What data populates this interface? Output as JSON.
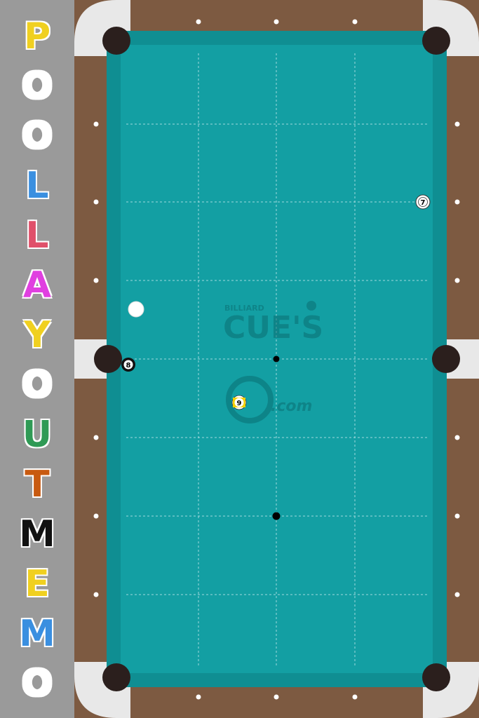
{
  "app": {
    "title_letters": [
      {
        "char": "P",
        "color": "#f0d020"
      },
      {
        "char": "O",
        "color": "#ffffff"
      },
      {
        "char": "O",
        "color": "#ffffff"
      },
      {
        "char": "L",
        "color": "#3a8fe0"
      },
      {
        "char": "L",
        "color": "#e0506a"
      },
      {
        "char": "A",
        "color": "#e040e0"
      },
      {
        "char": "Y",
        "color": "#f0d020"
      },
      {
        "char": "O",
        "color": "#ffffff"
      },
      {
        "char": "U",
        "color": "#2f9a55"
      },
      {
        "char": "T",
        "color": "#c85a10"
      },
      {
        "char": "M",
        "color": "#111111"
      },
      {
        "char": "E",
        "color": "#f0d020"
      },
      {
        "char": "M",
        "color": "#3a8fe0"
      },
      {
        "char": "O",
        "color": "#ffffff"
      }
    ]
  },
  "table": {
    "cloth_color": "#139fa3",
    "rail_color": "#7d5a41",
    "corner_color": "#e8e8e8",
    "logo": {
      "small_text": "BILLIARD",
      "main_text": "CUE'S",
      "domain_text": ".com"
    }
  },
  "balls": [
    {
      "id": "cue",
      "label": "",
      "color": "#ffffff",
      "stripe": false
    },
    {
      "id": "7",
      "label": "7",
      "color": "#ffffff",
      "stripe": false
    },
    {
      "id": "8",
      "label": "8",
      "color": "#111111",
      "stripe": false
    },
    {
      "id": "9",
      "label": "9",
      "color": "#f5d000",
      "stripe": true
    }
  ]
}
